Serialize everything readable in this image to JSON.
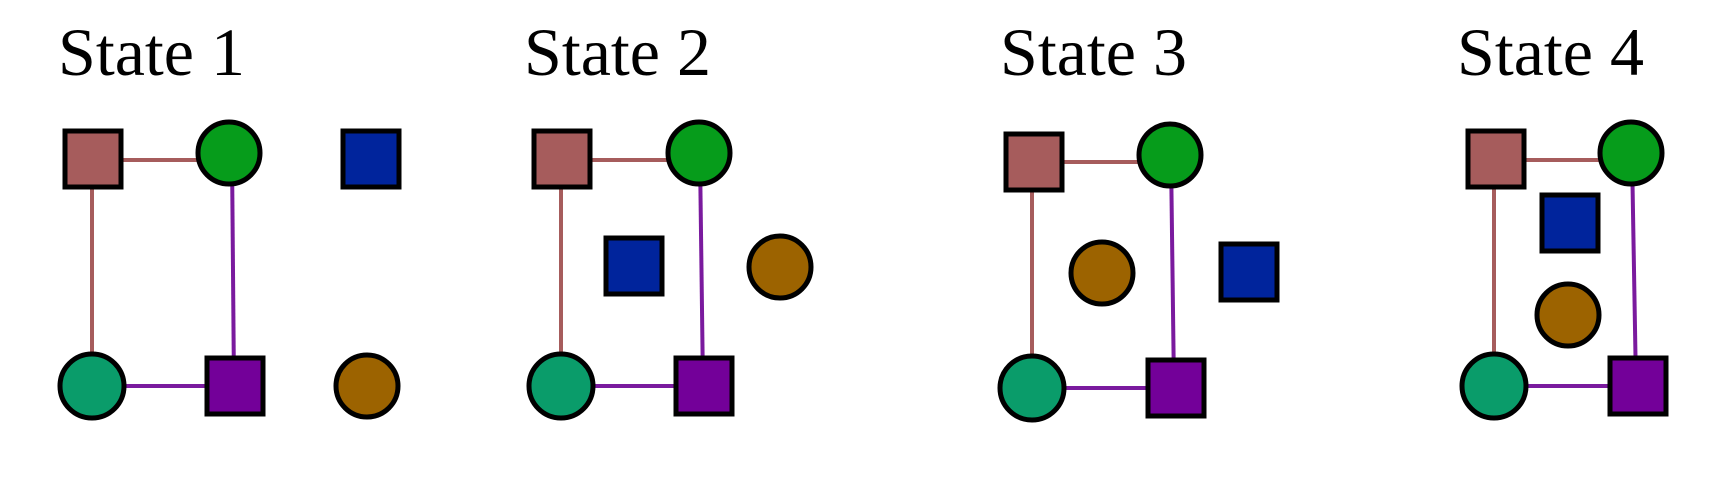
{
  "states": [
    {
      "title": "State 1"
    },
    {
      "title": "State 2"
    },
    {
      "title": "State 3"
    },
    {
      "title": "State 4"
    }
  ],
  "colors": {
    "rose_square": "#a65c5c",
    "green_circle": "#069c1b",
    "teal_circle": "#0a9c6a",
    "purple_square": "#730099",
    "blue_square": "#00249c",
    "brown_circle": "#9c6300",
    "rose_edge": "#a65c5c",
    "purple_edge": "#7a1a9e",
    "outline": "#000000"
  }
}
